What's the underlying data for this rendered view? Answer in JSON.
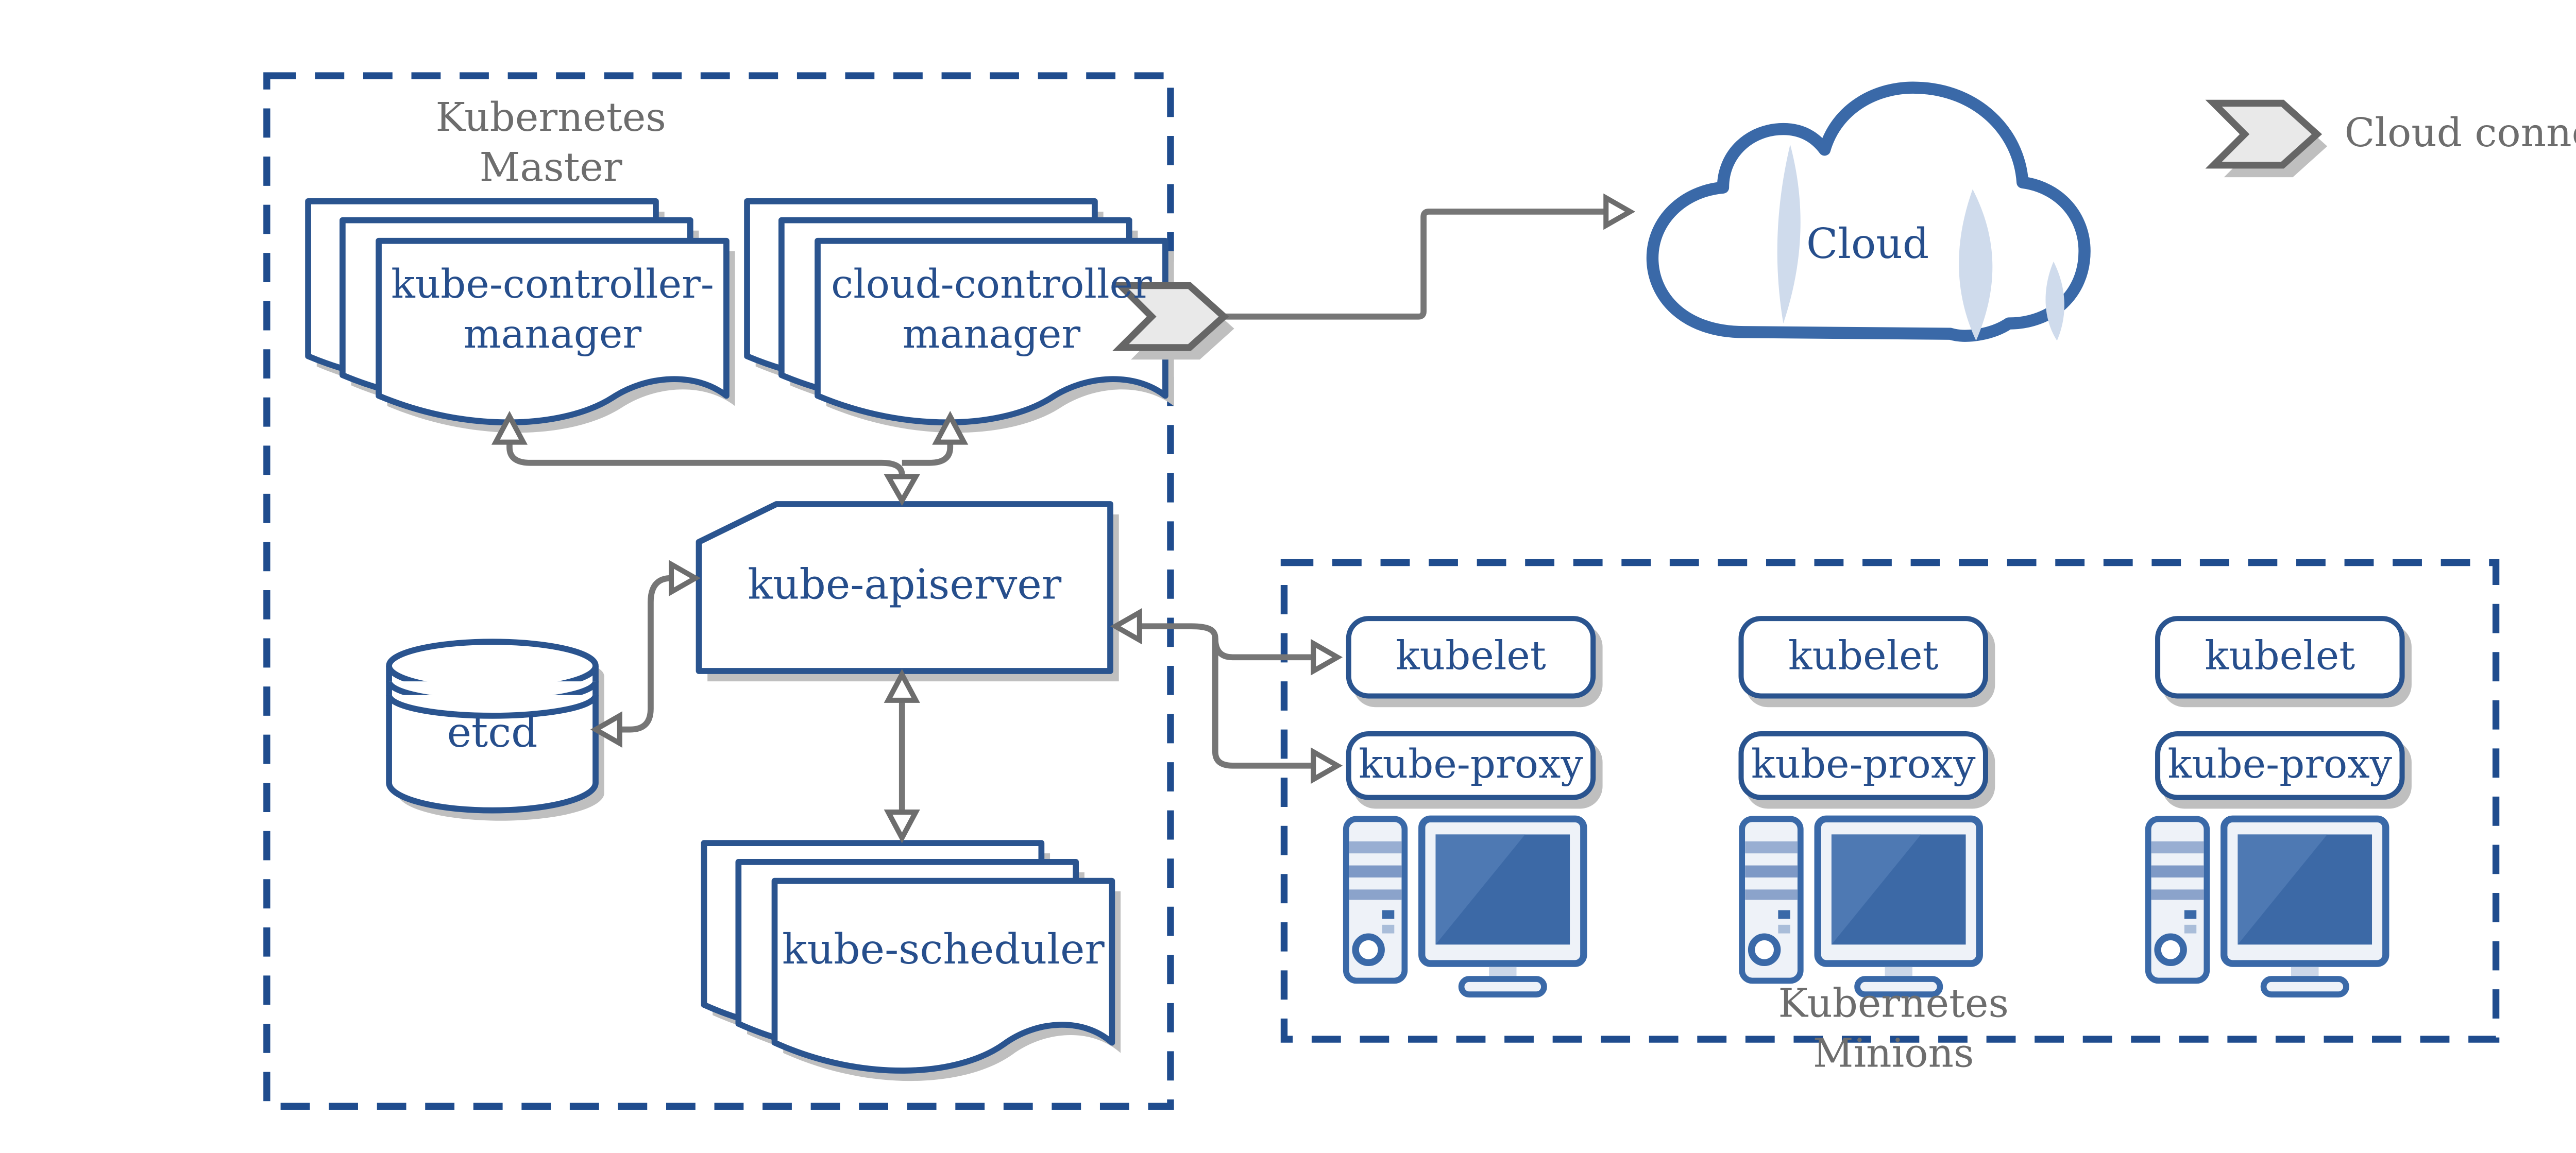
{
  "palette": {
    "navy_border": "#2a548f",
    "navy_text": "#264e8c",
    "dashed_boundary_blue": "#1f4c8e",
    "gray_label": "#6d6d6d",
    "arrow_gray": "#767676",
    "shadow_gray": "#bfbfbf",
    "icon_blue": "#3a69a8",
    "screen_blue": "#3c69a6",
    "cloud_accent": "#cfdbec",
    "chevron_fill": "#e9e9e9"
  },
  "master": {
    "title": {
      "line1": "Kubernetes",
      "line2": "Master"
    },
    "kube_controller_manager": {
      "line1": "kube-controller-",
      "line2": "manager"
    },
    "cloud_controller_manager": {
      "line1": "cloud-controller",
      "line2": "manager"
    },
    "kube_apiserver": "kube-apiserver",
    "etcd": "etcd",
    "kube_scheduler": "kube-scheduler"
  },
  "cloud": {
    "label": "Cloud"
  },
  "legend": {
    "label": "Cloud connector"
  },
  "minions": {
    "title": {
      "line1": "Kubernetes",
      "line2": "Minions"
    },
    "nodes": [
      {
        "kubelet": "kubelet",
        "kube_proxy": "kube-proxy"
      },
      {
        "kubelet": "kubelet",
        "kube_proxy": "kube-proxy"
      },
      {
        "kubelet": "kubelet",
        "kube_proxy": "kube-proxy"
      }
    ]
  }
}
